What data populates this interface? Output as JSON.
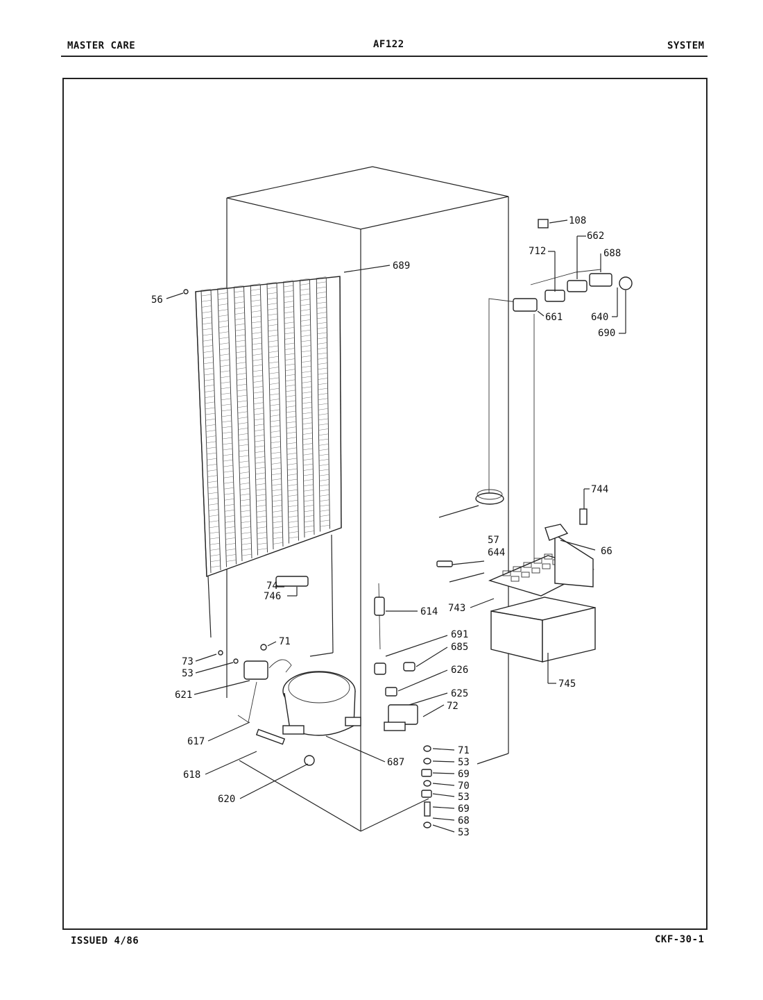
{
  "header": {
    "left": "MASTER CARE",
    "center": "AF122",
    "right": "SYSTEM"
  },
  "footer": {
    "left": "ISSUED 4/86",
    "right": "CKF-30-1"
  },
  "callouts": {
    "c108": "108",
    "c712": "712",
    "c662": "662",
    "c688": "688",
    "c661": "661",
    "c640": "640",
    "c690": "690",
    "c56": "56",
    "c689": "689",
    "c744": "744",
    "c57": "57",
    "c644": "644",
    "c66": "66",
    "c74": "74",
    "c746": "746",
    "c743": "743",
    "c614": "614",
    "c691": "691",
    "c685": "685",
    "c626": "626",
    "c625": "625",
    "c72": "72",
    "c71a": "71",
    "c73": "73",
    "c53a": "53",
    "c621": "621",
    "c745": "745",
    "c617": "617",
    "c618": "618",
    "c620": "620",
    "c687": "687",
    "c71b": "71",
    "c53b": "53",
    "c69a": "69",
    "c70": "70",
    "c53c": "53",
    "c69b": "69",
    "c68": "68",
    "c53d": "53"
  }
}
